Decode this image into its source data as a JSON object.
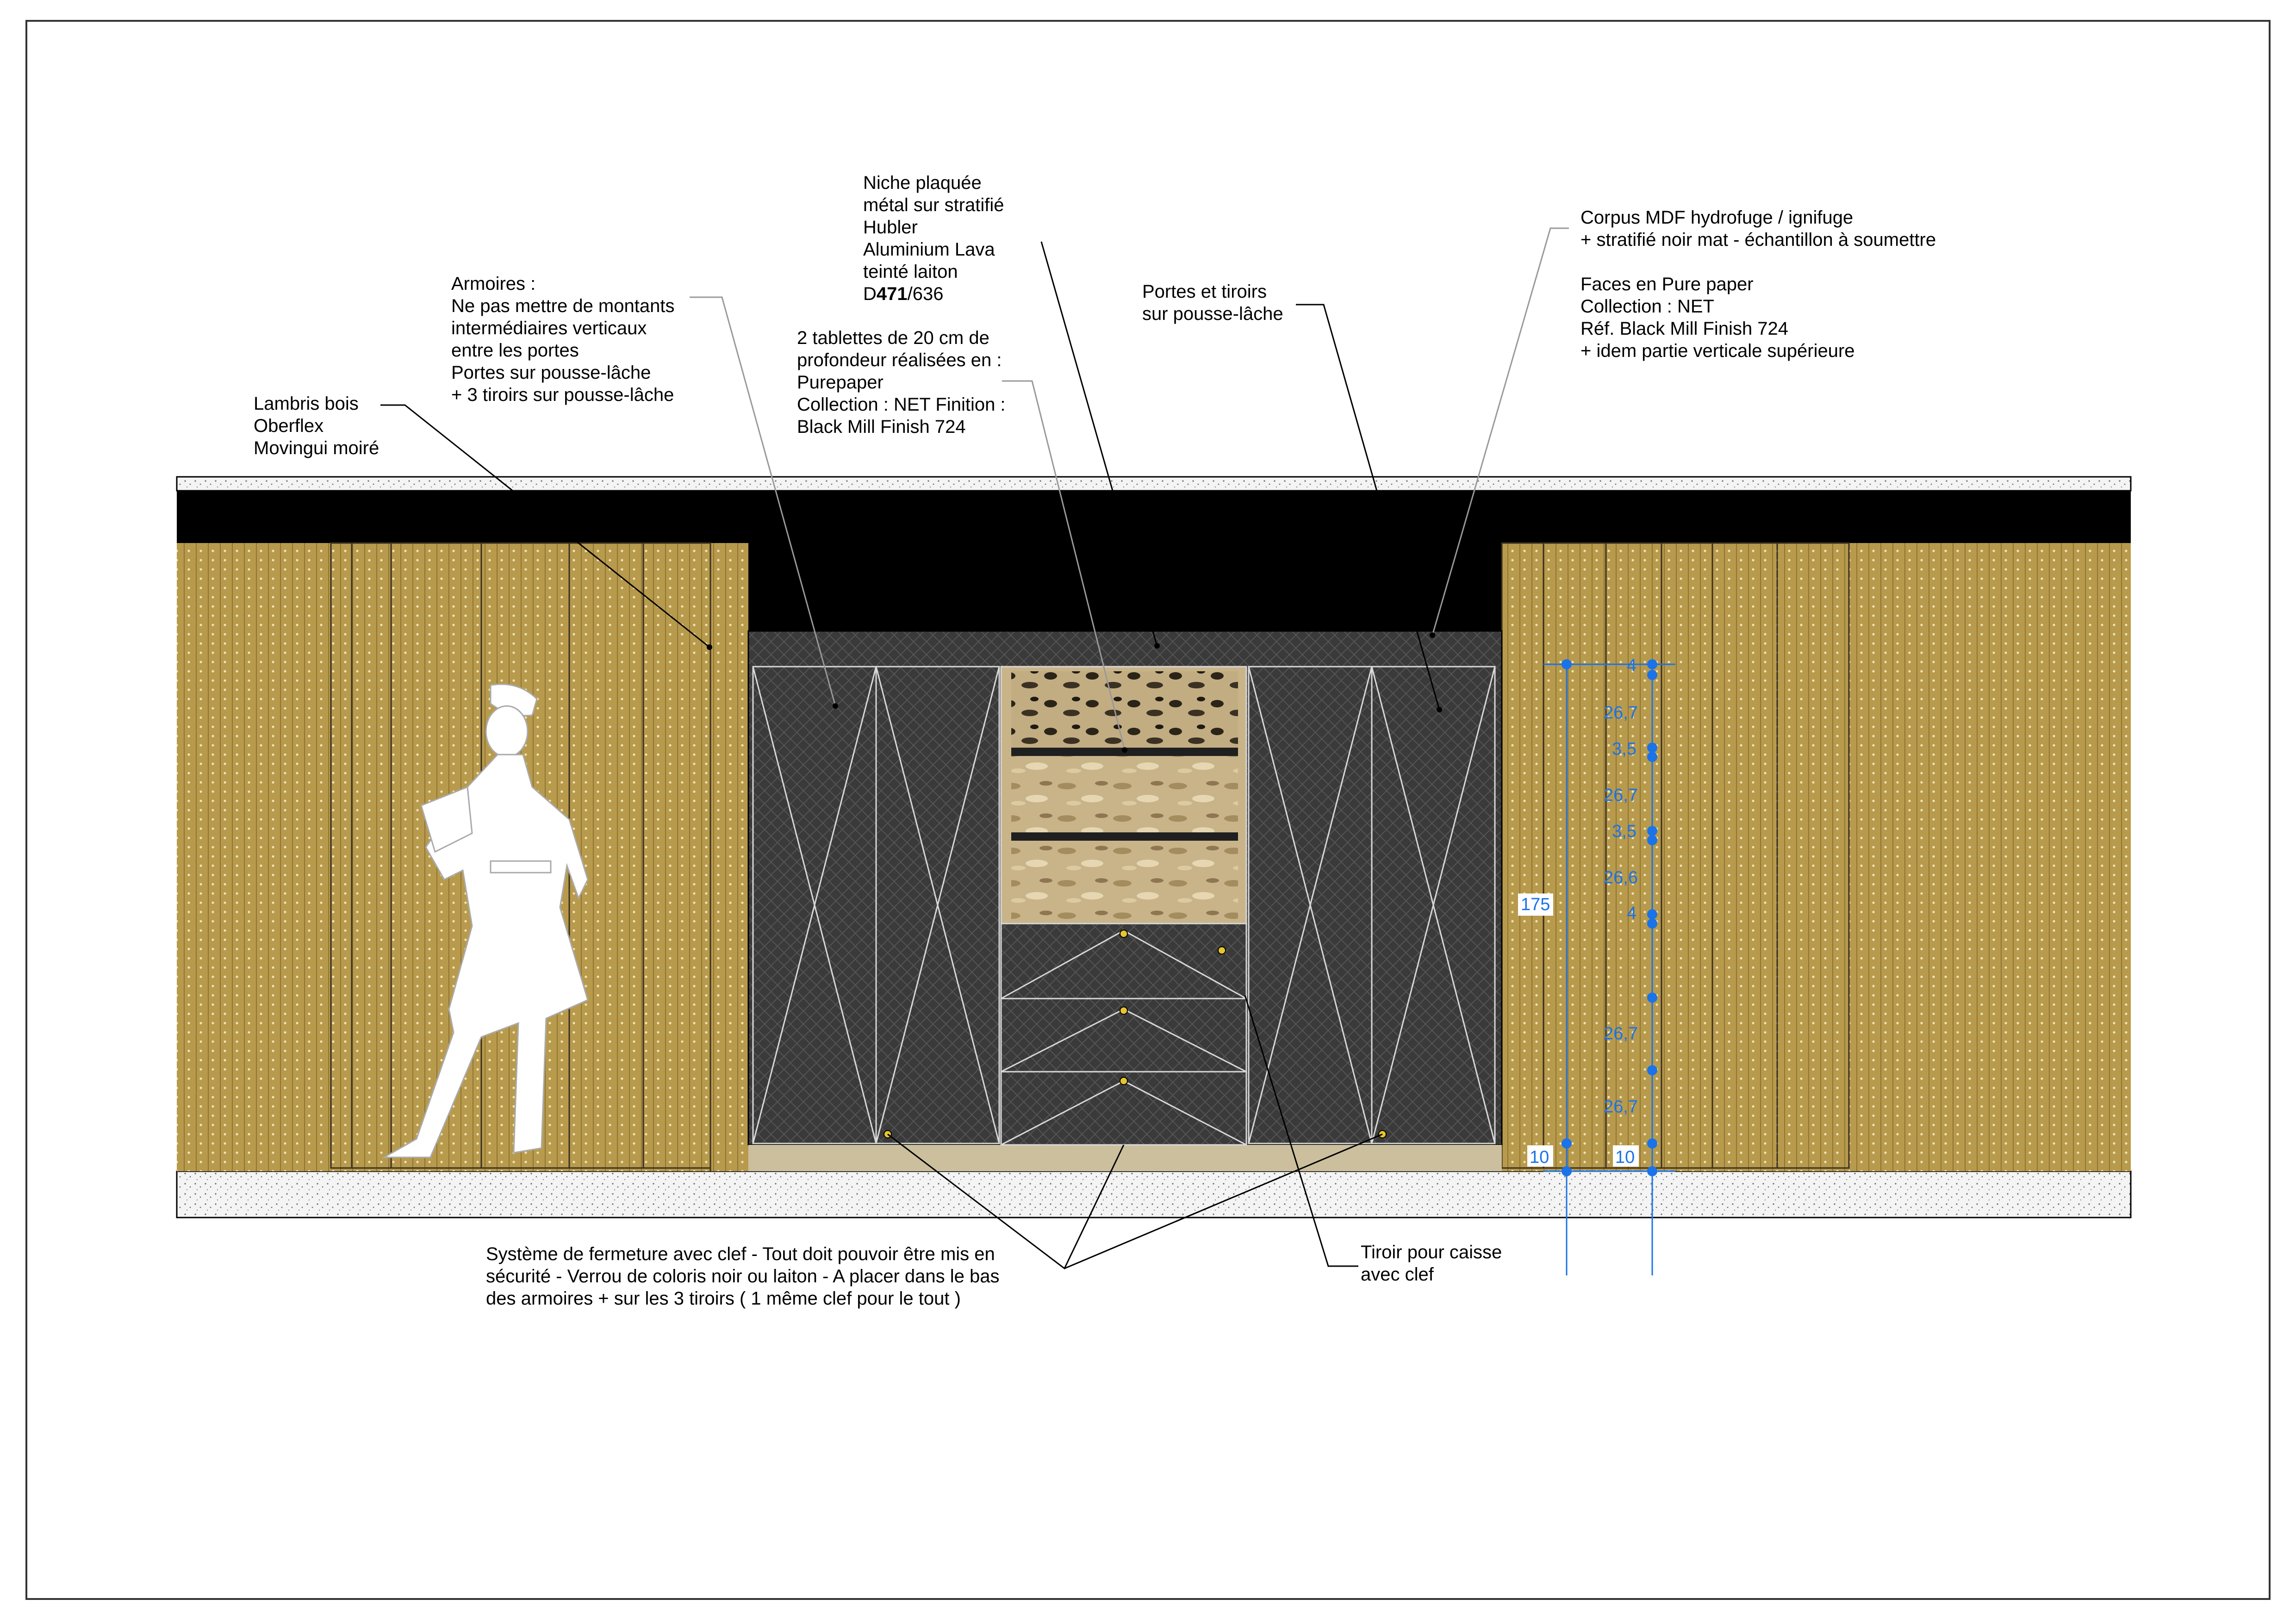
{
  "colors": {
    "wood": "#b89a4c",
    "wood_dark": "#8f7434",
    "carbon": "#3a3a3a",
    "black_band": "#000000",
    "brass": "#c9b48a",
    "dimension_blue": "#1a73e8",
    "slab_fill": "#f2f2f2",
    "lock_dot": "#e6c530"
  },
  "notes": {
    "lambris": [
      "Lambris bois",
      "Oberflex",
      "Movingui moiré"
    ],
    "armoires": [
      "Armoires :",
      "Ne pas mettre de montants",
      "intermédiaires verticaux",
      "entre les portes",
      "Portes sur pousse-lâche",
      "+ 3 tiroirs sur pousse-lâche"
    ],
    "niche": [
      "Niche plaquée",
      "métal sur stratifié",
      "Hubler",
      "Aluminium Lava",
      "teinté laiton"
    ],
    "niche_ref": {
      "prefix": "D",
      "bold": "471",
      "suffix": "/636"
    },
    "tablettes": [
      "2 tablettes de 20 cm de",
      "profondeur réalisées en :",
      "Purepaper",
      "Collection : NET Finition :",
      "Black Mill Finish 724"
    ],
    "portes": [
      "Portes et tiroirs",
      "sur pousse-lâche"
    ],
    "corpus": [
      "Corpus MDF hydrofuge / ignifuge",
      "+ stratifié noir mat - échantillon à soumettre",
      "",
      "Faces en Pure paper",
      "Collection : NET",
      "Réf. Black Mill Finish 724",
      "+ idem partie verticale supérieure"
    ],
    "fermeture": [
      "Système de fermeture avec clef - Tout doit pouvoir être mis en",
      "sécurité - Verrou de coloris noir ou laiton - A placer dans le bas",
      "des armoires + sur les 3 tiroirs ( 1 même clef pour le tout )"
    ],
    "tiroir": [
      "Tiroir pour caisse",
      "avec clef"
    ]
  },
  "dimensions": {
    "total_height": "175",
    "stack": [
      "4",
      "26,7",
      "3,5",
      "26,7",
      "3,5",
      "26,6",
      "4",
      "26,7",
      "26,7",
      "10"
    ],
    "base_left": "10"
  }
}
